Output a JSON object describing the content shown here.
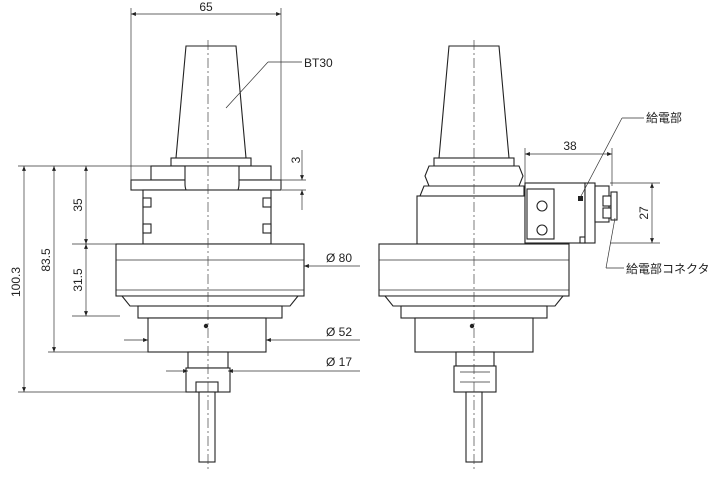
{
  "dimensions": {
    "width_top": "65",
    "taper": "BT30",
    "flange_gap": "3",
    "upper_height": "35",
    "mid_height": "83.5",
    "total_height": "100.3",
    "body_height": "31.5",
    "dia_body": "Ø 80",
    "dia_nose": "Ø 52",
    "dia_collet": "Ø 17",
    "power_unit_width": "38",
    "power_unit_height": "27"
  },
  "labels": {
    "power_unit": "給電部",
    "power_connector": "給電部コネクタ"
  }
}
